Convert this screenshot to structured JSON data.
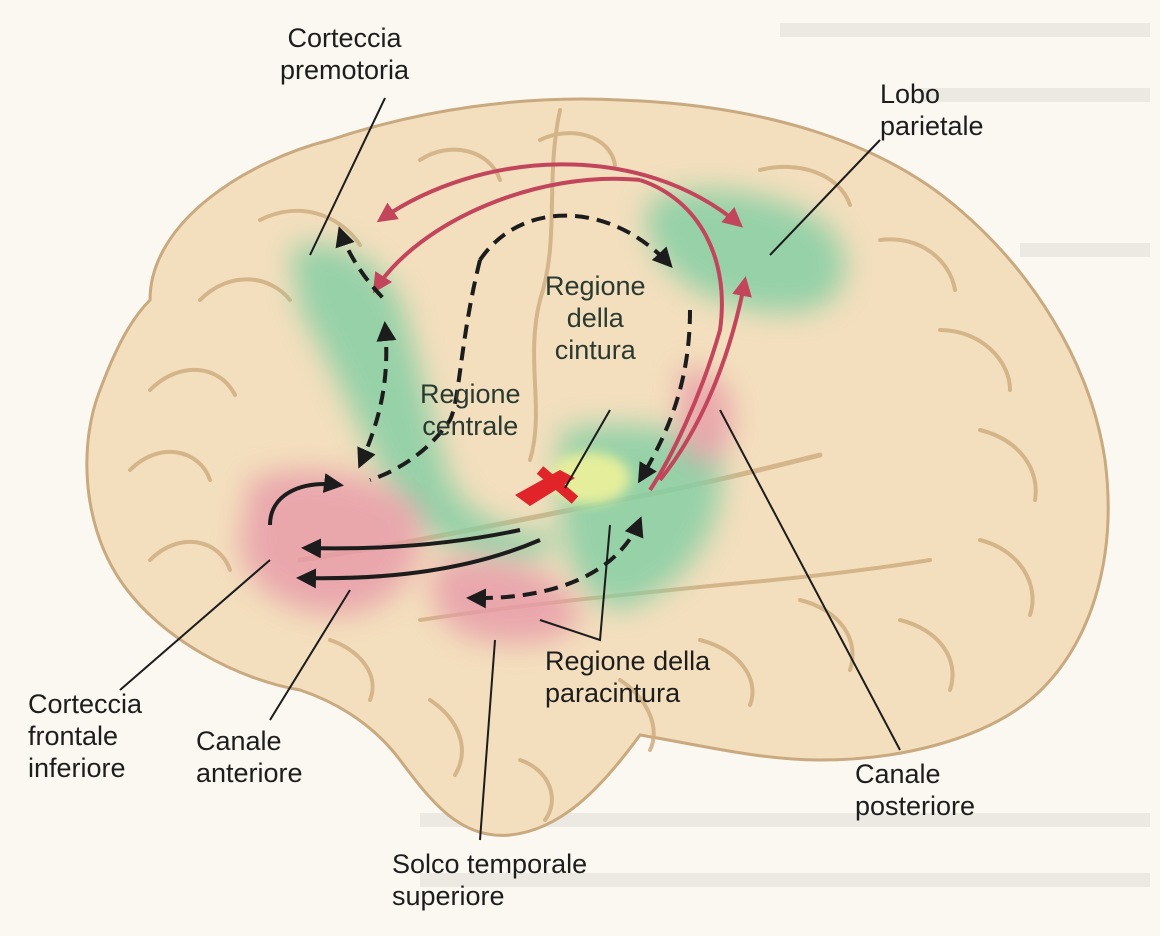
{
  "labels": {
    "premotor": [
      "Corteccia",
      "premotoria"
    ],
    "parietal": [
      "Lobo",
      "parietale"
    ],
    "belt": [
      "Regione",
      "della",
      "cintura"
    ],
    "core": [
      "Regione",
      "centrale"
    ],
    "parabelt": [
      "Regione della",
      "paracintura"
    ],
    "ifc": [
      "Corteccia",
      "frontale",
      "inferiore"
    ],
    "anterior": [
      "Canale",
      "anteriore"
    ],
    "posterior": [
      "Canale",
      "posteriore"
    ],
    "sts": [
      "Solco temporale",
      "superiore"
    ]
  },
  "colors": {
    "background": "#fbf8f1",
    "brain": "#f3dfbd",
    "sulcus": "#c9a97f",
    "green_region": "#86cfa4",
    "pink_region": "#e79aa9",
    "core_region": "#e0242a",
    "belt_highlight": "#eef29a",
    "dorsal_arrow": "#c2455b",
    "ventral_arrow": "#1c1c1c"
  }
}
